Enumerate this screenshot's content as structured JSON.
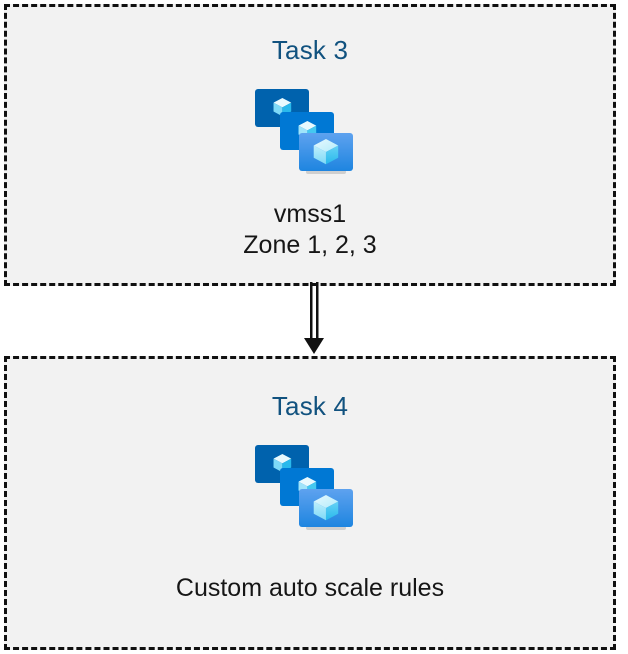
{
  "diagram": {
    "type": "flow",
    "background_color": "#ffffff",
    "box_fill_color": "#f2f2f2",
    "box_border_color": "#111111",
    "title_color": "#11527f",
    "caption_color": "#161616",
    "icon_colors": {
      "monitor_back": "#0062ad",
      "monitor_middle": "#0078d4",
      "monitor_front_top": "#5ea2ef",
      "monitor_front_bottom": "#1e85e0",
      "cube_light": "#d6f3fd",
      "cube_mid": "#9ae5fb",
      "cube_dark": "#32c5f4",
      "stand": "#b3b3b3"
    },
    "boxes": [
      {
        "id": "task3",
        "title": "Task 3",
        "icon": "vmss-icon",
        "caption_lines": [
          "vmss1",
          "Zone 1, 2, 3"
        ]
      },
      {
        "id": "task4",
        "title": "Task 4",
        "icon": "vmss-icon",
        "caption_lines": [
          "Custom auto scale rules"
        ]
      }
    ],
    "connector": {
      "name": "double-line-arrow",
      "from": "task3",
      "to": "task4",
      "direction": "down",
      "color": "#111111"
    }
  }
}
